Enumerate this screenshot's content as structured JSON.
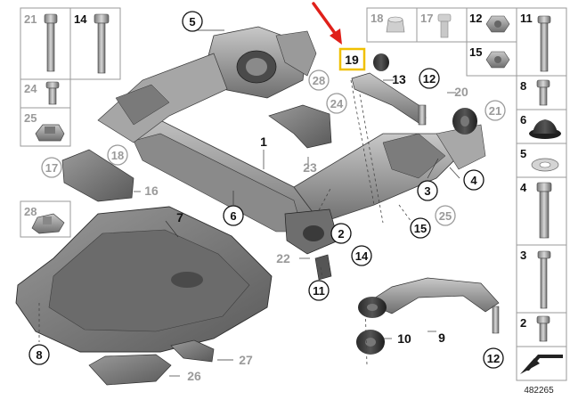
{
  "diagram_id": "482265",
  "highlight_color": "#f0c000",
  "arrow_color": "#e0201a",
  "left_panel": [
    {
      "a": "21",
      "b": "14"
    },
    {
      "a": "24"
    },
    {
      "a": "25"
    },
    {
      "a": "17"
    },
    {
      "a": "28"
    }
  ],
  "top_right_panel": [
    {
      "a": "18",
      "b": "17",
      "c": "12",
      "d": "11"
    },
    {
      "c": "15"
    }
  ],
  "right_column": [
    "8",
    "6",
    "5",
    "4",
    "3",
    "2"
  ],
  "callouts": {
    "c1": "1",
    "c2": "2",
    "c3": "3",
    "c4": "4",
    "c5": "5",
    "c6": "6",
    "c7": "7",
    "c8": "8",
    "c9": "9",
    "c10": "10",
    "c11": "11",
    "c12a": "12",
    "c12b": "12",
    "c13": "13",
    "c14": "14",
    "c15": "15",
    "c16": "16",
    "c17": "17",
    "c18": "18",
    "c19": "19",
    "c20": "20",
    "c21": "21",
    "c22": "22",
    "c23": "23",
    "c24": "24",
    "c25": "25",
    "c26": "26",
    "c27": "27",
    "c28": "28"
  }
}
